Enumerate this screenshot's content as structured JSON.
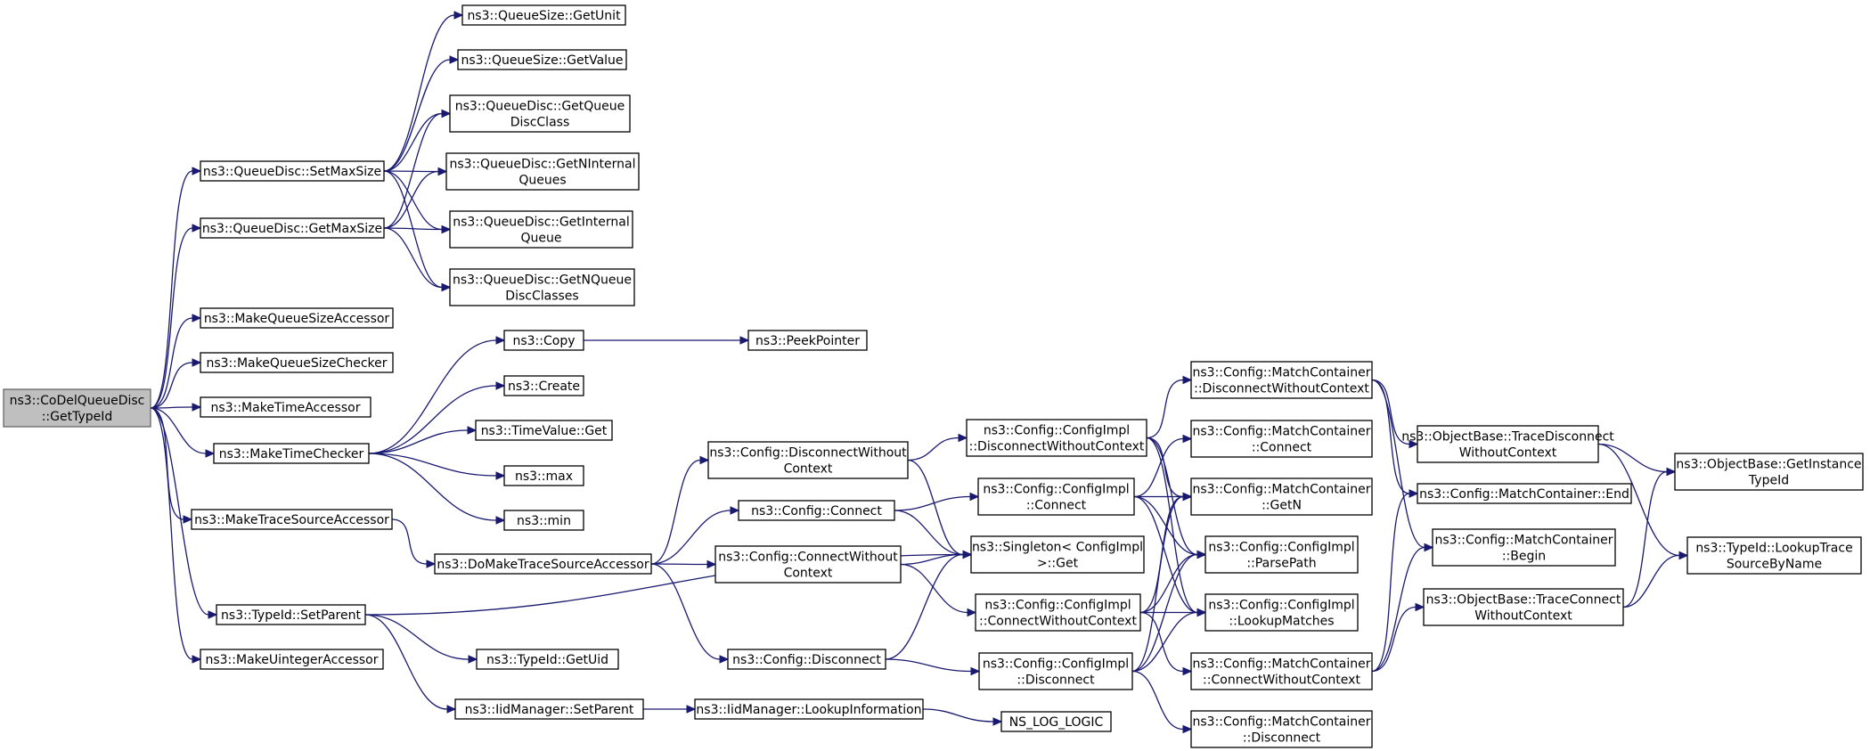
{
  "colors": {
    "edge": "#191970",
    "root_fill": "#bfbfbf",
    "node_fill": "#ffffff",
    "node_stroke": "#000000"
  },
  "nodes": [
    {
      "id": "n0",
      "lines": [
        "ns3::CoDelQueueDisc",
        "::GetTypeId"
      ],
      "root": true
    },
    {
      "id": "n1",
      "lines": [
        "ns3::QueueDisc::SetMaxSize"
      ]
    },
    {
      "id": "n2",
      "lines": [
        "ns3::QueueDisc::GetMaxSize"
      ]
    },
    {
      "id": "n3",
      "lines": [
        "ns3::MakeQueueSizeAccessor"
      ]
    },
    {
      "id": "n4",
      "lines": [
        "ns3::MakeQueueSizeChecker"
      ]
    },
    {
      "id": "n5",
      "lines": [
        "ns3::MakeTimeAccessor"
      ]
    },
    {
      "id": "n6",
      "lines": [
        "ns3::MakeTimeChecker"
      ]
    },
    {
      "id": "n7",
      "lines": [
        "ns3::MakeTraceSourceAccessor"
      ]
    },
    {
      "id": "n8",
      "lines": [
        "ns3::TypeId::SetParent"
      ]
    },
    {
      "id": "n9",
      "lines": [
        "ns3::MakeUintegerAccessor"
      ]
    },
    {
      "id": "n10",
      "lines": [
        "ns3::QueueSize::GetUnit"
      ]
    },
    {
      "id": "n11",
      "lines": [
        "ns3::QueueSize::GetValue"
      ]
    },
    {
      "id": "n12",
      "lines": [
        "ns3::QueueDisc::GetQueue",
        "DiscClass"
      ]
    },
    {
      "id": "n13",
      "lines": [
        "ns3::QueueDisc::GetNInternal",
        "Queues"
      ]
    },
    {
      "id": "n14",
      "lines": [
        "ns3::QueueDisc::GetInternal",
        "Queue"
      ]
    },
    {
      "id": "n15",
      "lines": [
        "ns3::QueueDisc::GetNQueue",
        "DiscClasses"
      ]
    },
    {
      "id": "n16",
      "lines": [
        "ns3::Copy"
      ]
    },
    {
      "id": "n17",
      "lines": [
        "ns3::Create"
      ]
    },
    {
      "id": "n18",
      "lines": [
        "ns3::TimeValue::Get"
      ]
    },
    {
      "id": "n19",
      "lines": [
        "ns3::max"
      ]
    },
    {
      "id": "n20",
      "lines": [
        "ns3::min"
      ]
    },
    {
      "id": "n21",
      "lines": [
        "ns3::PeekPointer"
      ]
    },
    {
      "id": "n22",
      "lines": [
        "ns3::DoMakeTraceSourceAccessor"
      ]
    },
    {
      "id": "n23",
      "lines": [
        "ns3::Config::DisconnectWithout",
        "Context"
      ]
    },
    {
      "id": "n24",
      "lines": [
        "ns3::Config::Connect"
      ]
    },
    {
      "id": "n25",
      "lines": [
        "ns3::Config::ConnectWithout",
        "Context"
      ]
    },
    {
      "id": "n26",
      "lines": [
        "ns3::Config::Disconnect"
      ]
    },
    {
      "id": "n27",
      "lines": [
        "ns3::TypeId::GetUid"
      ]
    },
    {
      "id": "n28",
      "lines": [
        "ns3::IidManager::SetParent"
      ]
    },
    {
      "id": "n29",
      "lines": [
        "ns3::IidManager::LookupInformation"
      ]
    },
    {
      "id": "n30",
      "lines": [
        "NS_LOG_LOGIC"
      ]
    },
    {
      "id": "n31",
      "lines": [
        "ns3::Config::ConfigImpl",
        "::DisconnectWithoutContext"
      ]
    },
    {
      "id": "n32",
      "lines": [
        "ns3::Config::ConfigImpl",
        "::Connect"
      ]
    },
    {
      "id": "n33",
      "lines": [
        "ns3::Singleton< ConfigImpl",
        " >::Get"
      ]
    },
    {
      "id": "n34",
      "lines": [
        "ns3::Config::ConfigImpl",
        "::ConnectWithoutContext"
      ]
    },
    {
      "id": "n35",
      "lines": [
        "ns3::Config::ConfigImpl",
        "::Disconnect"
      ]
    },
    {
      "id": "n36",
      "lines": [
        "ns3::Config::MatchContainer",
        "::DisconnectWithoutContext"
      ]
    },
    {
      "id": "n37",
      "lines": [
        "ns3::Config::MatchContainer",
        "::Connect"
      ]
    },
    {
      "id": "n38",
      "lines": [
        "ns3::Config::MatchContainer",
        "::GetN"
      ]
    },
    {
      "id": "n39",
      "lines": [
        "ns3::Config::ConfigImpl",
        "::ParsePath"
      ]
    },
    {
      "id": "n40",
      "lines": [
        "ns3::Config::ConfigImpl",
        "::LookupMatches"
      ]
    },
    {
      "id": "n41",
      "lines": [
        "ns3::Config::MatchContainer",
        "::ConnectWithoutContext"
      ]
    },
    {
      "id": "n42",
      "lines": [
        "ns3::Config::MatchContainer",
        "::Disconnect"
      ]
    },
    {
      "id": "n43",
      "lines": [
        "ns3::ObjectBase::TraceDisconnect",
        "WithoutContext"
      ]
    },
    {
      "id": "n44",
      "lines": [
        "ns3::Config::MatchContainer::End"
      ]
    },
    {
      "id": "n45",
      "lines": [
        "ns3::Config::MatchContainer",
        "::Begin"
      ]
    },
    {
      "id": "n46",
      "lines": [
        "ns3::ObjectBase::TraceConnect",
        "WithoutContext"
      ]
    },
    {
      "id": "n47",
      "lines": [
        "ns3::ObjectBase::GetInstance",
        "TypeId"
      ]
    },
    {
      "id": "n48",
      "lines": [
        "ns3::TypeId::LookupTrace",
        "SourceByName"
      ]
    }
  ],
  "edges": [
    [
      "n0",
      "n1"
    ],
    [
      "n0",
      "n2"
    ],
    [
      "n0",
      "n3"
    ],
    [
      "n0",
      "n4"
    ],
    [
      "n0",
      "n5"
    ],
    [
      "n0",
      "n6"
    ],
    [
      "n0",
      "n7"
    ],
    [
      "n0",
      "n8"
    ],
    [
      "n0",
      "n9"
    ],
    [
      "n1",
      "n10"
    ],
    [
      "n1",
      "n11"
    ],
    [
      "n1",
      "n12"
    ],
    [
      "n1",
      "n13"
    ],
    [
      "n1",
      "n14"
    ],
    [
      "n1",
      "n15"
    ],
    [
      "n2",
      "n12"
    ],
    [
      "n2",
      "n13"
    ],
    [
      "n2",
      "n14"
    ],
    [
      "n2",
      "n15"
    ],
    [
      "n6",
      "n16"
    ],
    [
      "n6",
      "n17"
    ],
    [
      "n6",
      "n18"
    ],
    [
      "n6",
      "n19"
    ],
    [
      "n6",
      "n20"
    ],
    [
      "n16",
      "n21"
    ],
    [
      "n7",
      "n22"
    ],
    [
      "n22",
      "n23"
    ],
    [
      "n22",
      "n24"
    ],
    [
      "n22",
      "n25"
    ],
    [
      "n22",
      "n26"
    ],
    [
      "n8",
      "n27"
    ],
    [
      "n8",
      "n28"
    ],
    [
      "n8",
      "n33"
    ],
    [
      "n28",
      "n29"
    ],
    [
      "n29",
      "n30"
    ],
    [
      "n23",
      "n31"
    ],
    [
      "n23",
      "n33"
    ],
    [
      "n24",
      "n32"
    ],
    [
      "n24",
      "n33"
    ],
    [
      "n25",
      "n33"
    ],
    [
      "n25",
      "n34"
    ],
    [
      "n26",
      "n33"
    ],
    [
      "n26",
      "n35"
    ],
    [
      "n31",
      "n36"
    ],
    [
      "n31",
      "n38"
    ],
    [
      "n31",
      "n39"
    ],
    [
      "n31",
      "n40"
    ],
    [
      "n32",
      "n37"
    ],
    [
      "n32",
      "n38"
    ],
    [
      "n32",
      "n39"
    ],
    [
      "n32",
      "n40"
    ],
    [
      "n34",
      "n38"
    ],
    [
      "n34",
      "n39"
    ],
    [
      "n34",
      "n40"
    ],
    [
      "n34",
      "n41"
    ],
    [
      "n35",
      "n38"
    ],
    [
      "n35",
      "n39"
    ],
    [
      "n35",
      "n40"
    ],
    [
      "n35",
      "n42"
    ],
    [
      "n36",
      "n43"
    ],
    [
      "n36",
      "n44"
    ],
    [
      "n36",
      "n45"
    ],
    [
      "n41",
      "n44"
    ],
    [
      "n41",
      "n45"
    ],
    [
      "n41",
      "n46"
    ],
    [
      "n43",
      "n47"
    ],
    [
      "n43",
      "n48"
    ],
    [
      "n46",
      "n47"
    ],
    [
      "n46",
      "n48"
    ]
  ]
}
